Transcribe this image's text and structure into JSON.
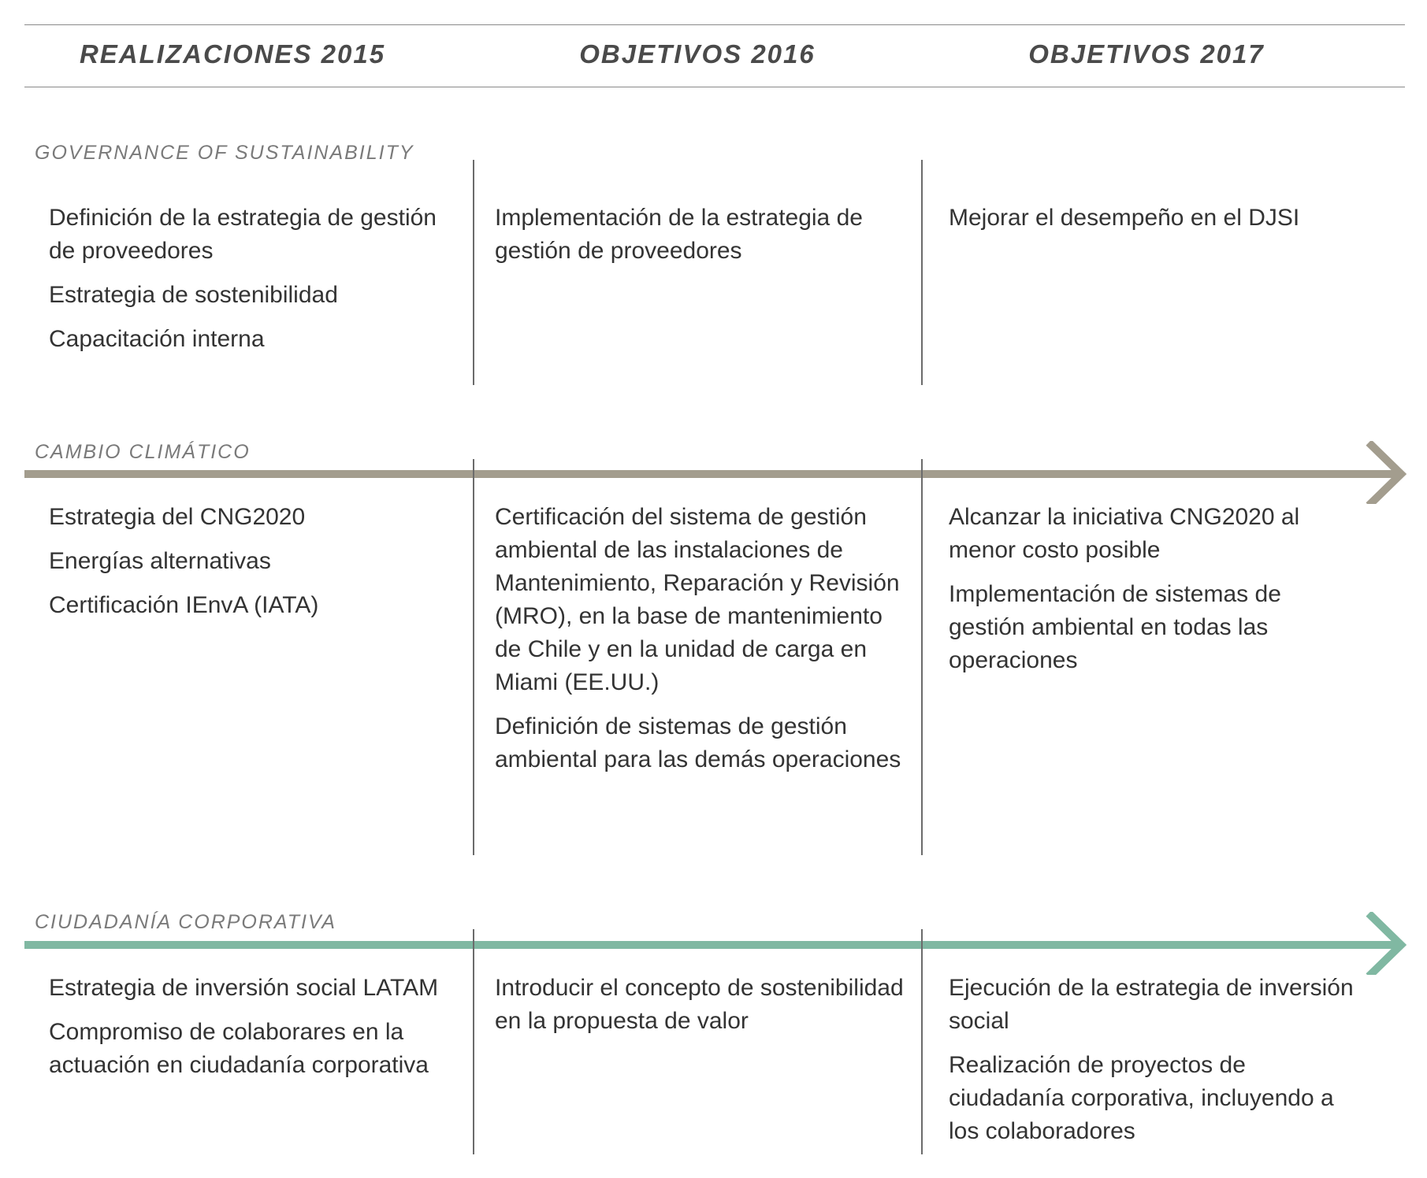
{
  "headers": [
    "REALIZACIONES 2015",
    "OBJETIVOS 2016",
    "OBJETIVOS 2017"
  ],
  "colors": {
    "climate": "#a39d8e",
    "citizenship": "#80b8a2"
  },
  "sections": [
    {
      "label": "GOVERNANCE OF SUSTAINABILITY",
      "col2015": [
        "Definición de la estrategia de gestión de proveedores",
        "Estrategia de sostenibilidad",
        "Capacitación interna"
      ],
      "col2016": [
        "Implementación de la estrategia de gestión de proveedores"
      ],
      "col2017": [
        "Mejorar el desempeño en el DJSI"
      ]
    },
    {
      "label": "CAMBIO CLIMÁTICO",
      "col2015": [
        "Estrategia del CNG2020",
        "Energías alternativas",
        "Certificación IEnvA (IATA)"
      ],
      "col2016": [
        "Certificación del sistema de gestión ambiental de las instalaciones de Mantenimiento, Reparación y Revisión (MRO), en la base de mantenimiento de Chile y en la unidad de carga en Miami (EE.UU.)",
        "Definición de sistemas de gestión ambiental para las demás operaciones"
      ],
      "col2017": [
        "Alcanzar la iniciativa CNG2020 al menor costo posible",
        "Implementación de sistemas de gestión ambiental en todas las operaciones"
      ]
    },
    {
      "label": "CIUDADANÍA CORPORATIVA",
      "col2015": [
        "Estrategia de inversión social LATAM",
        "Compromiso de colaborares en la actuación en ciudadanía corporativa"
      ],
      "col2016": [
        "Introducir el concepto de sostenibilidad en la propuesta de valor"
      ],
      "col2017": [
        "Ejecución de la estrategia de inversión social",
        "Realización de proyectos de ciudadanía corporativa, incluyendo a los colaboradores"
      ]
    }
  ]
}
